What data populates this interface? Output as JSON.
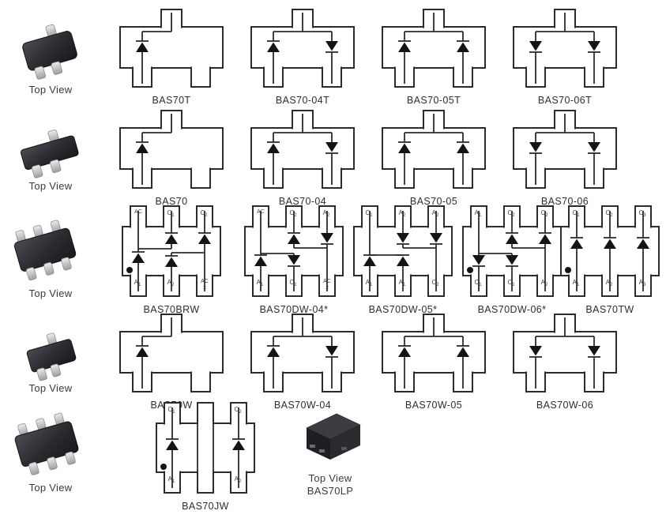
{
  "figure": {
    "title_hidden": "",
    "type": "diode-package-configuration-figure"
  },
  "colors": {
    "line": "#2b2b2b",
    "diode_fill": "#141414",
    "pin_label": "#4c3b3b",
    "part_label": "#2e2e2e",
    "caption": "#3a3a3a",
    "package_body": "#2c2c31",
    "lead_gray": "#c8c8c8",
    "background": "#ffffff"
  },
  "packages": [
    {
      "caption": "Top View",
      "style": "sot23"
    },
    {
      "caption": "Top View",
      "style": "sc75"
    },
    {
      "caption": "Top View",
      "style": "sot363"
    },
    {
      "caption": "Top View",
      "style": "sot323"
    },
    {
      "caption": "Top View",
      "style": "sc88"
    }
  ],
  "rows": [
    {
      "type": "sot3",
      "cells": [
        {
          "label": "BAS70T",
          "config": "single"
        },
        {
          "label": "BAS70-04T",
          "config": "series"
        },
        {
          "label": "BAS70-05T",
          "config": "common_cathode"
        },
        {
          "label": "BAS70-06T",
          "config": "common_anode"
        }
      ]
    },
    {
      "type": "sot3",
      "cells": [
        {
          "label": "BAS70",
          "config": "single"
        },
        {
          "label": "BAS70-04",
          "config": "series"
        },
        {
          "label": "BAS70-05",
          "config": "common_cathode"
        },
        {
          "label": "BAS70-06",
          "config": "common_anode"
        }
      ]
    },
    {
      "type": "sot6",
      "cells": [
        {
          "label": "BAS70BRW",
          "topology": "brw",
          "dot": true,
          "pins_top": [
            "AC1",
            "C1",
            "C2"
          ],
          "pins_bottom": [
            "A1",
            "A2",
            "AC2"
          ]
        },
        {
          "label": "BAS70DW-04*",
          "topology": "dw04",
          "dot": false,
          "pins_top": [
            "AC1",
            "C2",
            "A2"
          ],
          "pins_bottom": [
            "A1",
            "C1",
            "AC2"
          ]
        },
        {
          "label": "BAS70DW-05*",
          "topology": "dw05",
          "dot": false,
          "pins_top": [
            "C1",
            "A2",
            "A2"
          ],
          "pins_bottom": [
            "A1",
            "A1",
            "C2"
          ]
        },
        {
          "label": "BAS70DW-06*",
          "topology": "dw06",
          "dot": true,
          "pins_top": [
            "A1",
            "C2",
            "C2"
          ],
          "pins_bottom": [
            "C1",
            "C1",
            "A2"
          ]
        },
        {
          "label": "BAS70TW",
          "topology": "tw",
          "dot": true,
          "pins_top": [
            "C1",
            "C2",
            "C3"
          ],
          "pins_bottom": [
            "A1",
            "A2",
            "A3"
          ]
        }
      ]
    },
    {
      "type": "sot3",
      "cells": [
        {
          "label": "BAS70W",
          "config": "single"
        },
        {
          "label": "BAS70W-04",
          "config": "series"
        },
        {
          "label": "BAS70W-05",
          "config": "common_cathode"
        },
        {
          "label": "BAS70W-06",
          "config": "common_anode"
        }
      ]
    },
    {
      "type": "sot6",
      "cells": [
        {
          "label": "BAS70JW",
          "topology": "jw",
          "dot": true,
          "pins_top": [
            "C1",
            "",
            "C2"
          ],
          "pins_bottom": [
            "A1",
            "",
            "A2"
          ]
        }
      ]
    }
  ],
  "lp": {
    "caption": "Top View",
    "label": "BAS70LP"
  }
}
